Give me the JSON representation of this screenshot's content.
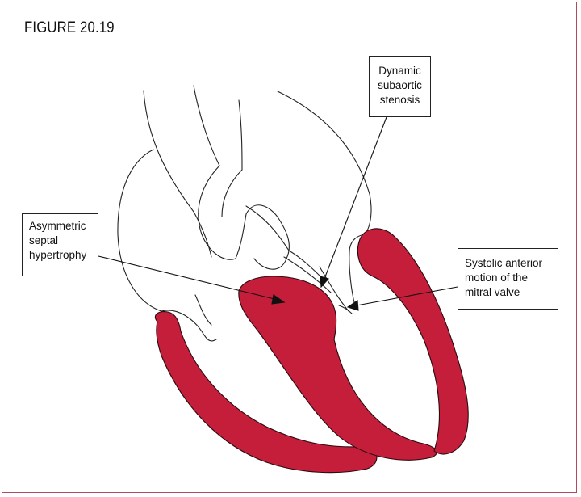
{
  "figure": {
    "title": "FIGURE 20.19"
  },
  "labels": {
    "dynamic_subaortic_stenosis": "Dynamic\nsubaortic\nstenosis",
    "asymmetric_septal_hypertrophy": "Asymmetric\nseptal\nhypertrophy",
    "systolic_anterior_motion": "Systolic anterior\nmotion of the\nmitral valve"
  },
  "colors": {
    "myocardium": "#c41e3a",
    "outline": "#222222",
    "frame": "#b5485a"
  }
}
